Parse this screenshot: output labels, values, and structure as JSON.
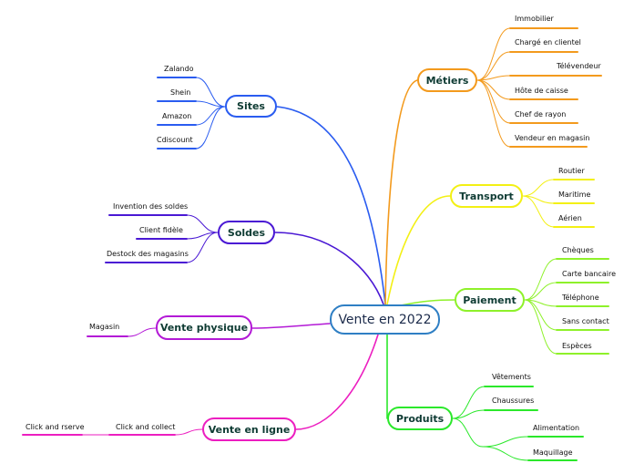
{
  "central": {
    "label": "Vente en 2022",
    "color": "#2f7fc4"
  },
  "branches": [
    {
      "key": "sites",
      "label": "Sites",
      "color": "#2a5cf0",
      "leaves": [
        "Zalando",
        "Shein",
        "Amazon",
        "Cdiscount"
      ]
    },
    {
      "key": "soldes",
      "label": "Soldes",
      "color": "#4a18d4",
      "leaves": [
        "Invention des soldes",
        "Client fidèle",
        "Destock des magasins"
      ]
    },
    {
      "key": "vente-physique",
      "label": "Vente physique",
      "color": "#b31ad6",
      "leaves": [
        "Magasin"
      ]
    },
    {
      "key": "vente-en-ligne",
      "label": "Vente en ligne",
      "color": "#ec1ec0",
      "leaves": [
        "Click and collect"
      ],
      "subleaves": [
        "Click and rserve"
      ]
    },
    {
      "key": "metiers",
      "label": "Métiers",
      "color": "#f39a1d",
      "leaves": [
        "Immobilier",
        "Chargé en clientel",
        "Télévendeur",
        "Hôte de caisse",
        "Chef de rayon",
        "Vendeur en magasin"
      ]
    },
    {
      "key": "transport",
      "label": "Transport",
      "color": "#f3f014",
      "leaves": [
        "Routier",
        "Maritime",
        "Aérien"
      ]
    },
    {
      "key": "paiement",
      "label": "Paiement",
      "color": "#8ef12a",
      "leaves": [
        "Chèques",
        "Carte bancaire",
        "Téléphone",
        "Sans contact",
        "Espèces"
      ]
    },
    {
      "key": "produits",
      "label": "Produits",
      "color": "#2be82b",
      "leaves": [
        "Vêtements",
        "Chaussures",
        "Alimentation",
        "Maquillage"
      ]
    }
  ]
}
